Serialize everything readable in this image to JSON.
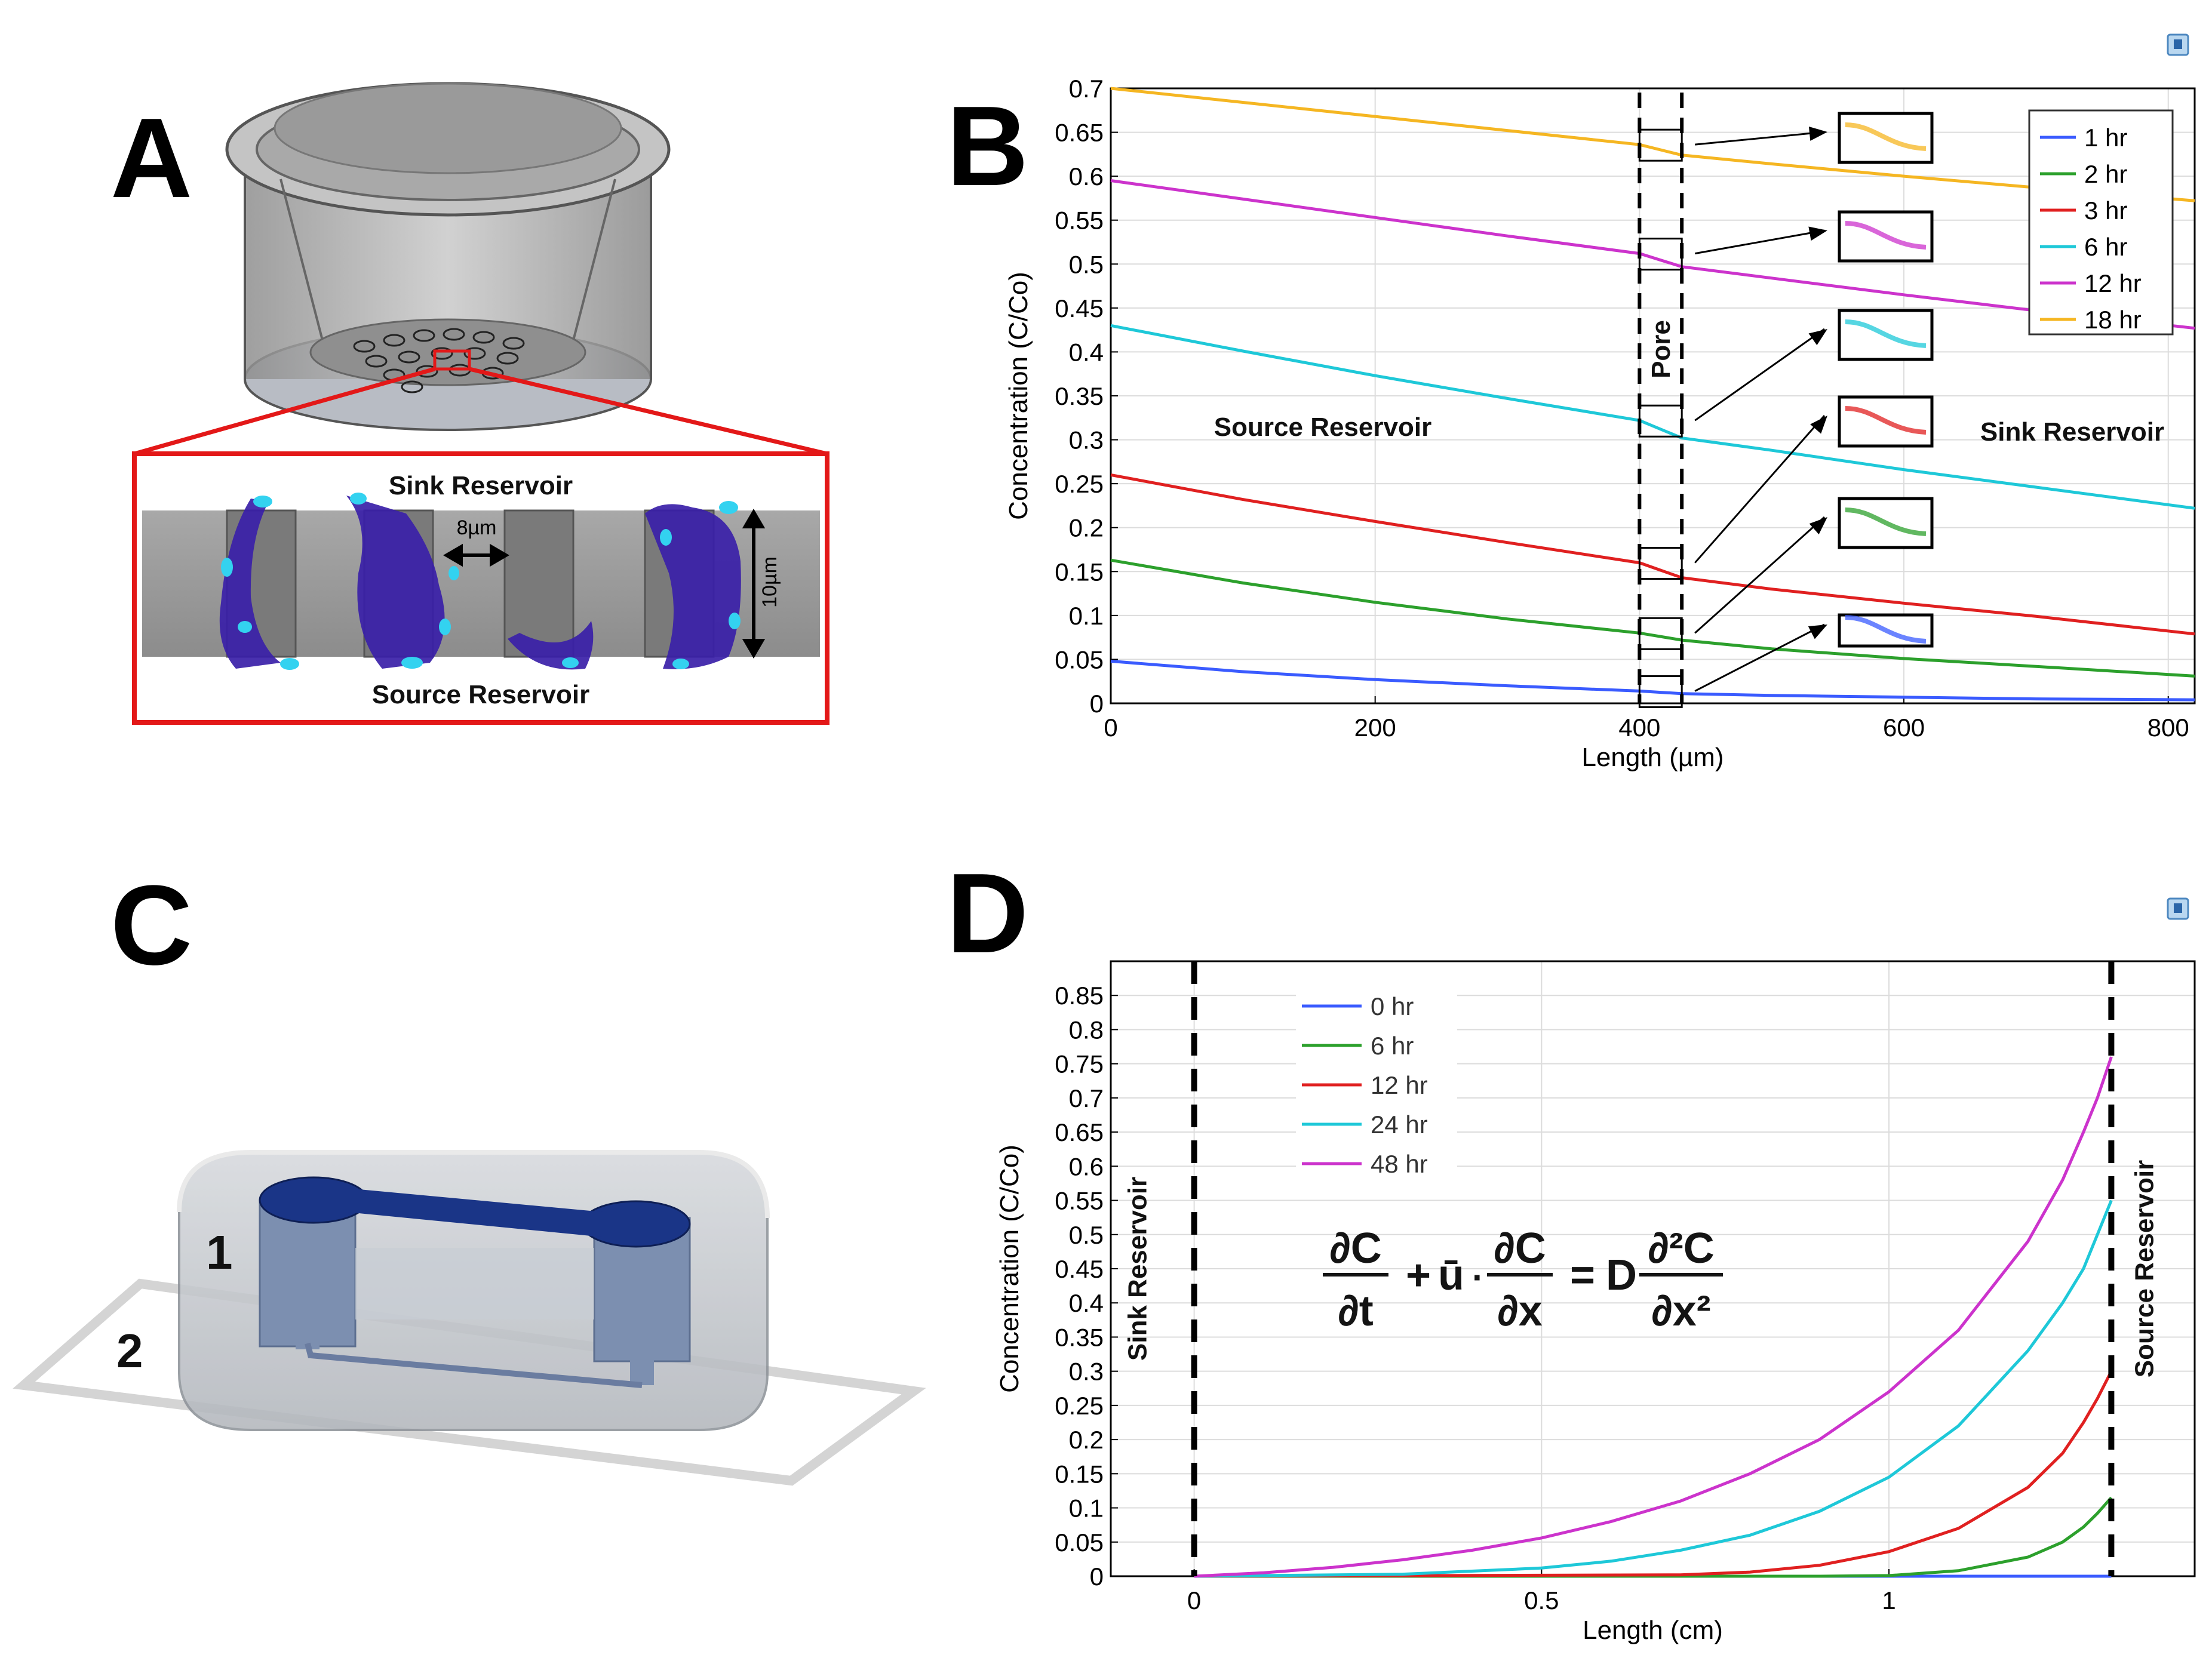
{
  "panels": {
    "a": {
      "letter": "A",
      "sink_label": "Sink  Reservoir",
      "source_label": "Source Reservoir",
      "gap_label": "8µm",
      "height_label": "10µm"
    },
    "b": {
      "letter": "B"
    },
    "c": {
      "letter": "C",
      "label_1": "1",
      "label_2": "2"
    },
    "d": {
      "letter": "D"
    }
  },
  "chart_data": [
    {
      "type": "line",
      "panel": "B",
      "xlabel": "Length (µm)",
      "ylabel": "Concentration (C/Co)",
      "xlim": [
        0,
        820
      ],
      "ylim": [
        0,
        0.7
      ],
      "x_ticks": [
        "0",
        "200",
        "400",
        "600",
        "800"
      ],
      "y_ticks": [
        "0",
        "0.05",
        "0.1",
        "0.15",
        "0.2",
        "0.25",
        "0.3",
        "0.35",
        "0.4",
        "0.45",
        "0.5",
        "0.55",
        "0.6",
        "0.65",
        "0.7"
      ],
      "grid": true,
      "legend_position": "top-right",
      "annotations": {
        "pore": "Pore",
        "source": "Source Reservoir",
        "sink": "Sink Reservoir",
        "pore_x_range": [
          400,
          432
        ]
      },
      "series": [
        {
          "name": "1 hr",
          "color": "#3a5bff",
          "x": [
            0,
            100,
            200,
            300,
            400,
            432,
            500,
            600,
            700,
            820
          ],
          "values": [
            0.048,
            0.036,
            0.027,
            0.02,
            0.014,
            0.011,
            0.009,
            0.007,
            0.005,
            0.004
          ]
        },
        {
          "name": "2 hr",
          "color": "#2ca02c",
          "x": [
            0,
            100,
            200,
            300,
            400,
            432,
            500,
            600,
            700,
            820
          ],
          "values": [
            0.163,
            0.137,
            0.115,
            0.096,
            0.08,
            0.072,
            0.062,
            0.051,
            0.042,
            0.031
          ]
        },
        {
          "name": "3 hr",
          "color": "#e02020",
          "x": [
            0,
            100,
            200,
            300,
            400,
            432,
            500,
            600,
            700,
            820
          ],
          "values": [
            0.26,
            0.232,
            0.207,
            0.183,
            0.16,
            0.143,
            0.13,
            0.114,
            0.099,
            0.079
          ]
        },
        {
          "name": "6 hr",
          "color": "#1ec8d8",
          "x": [
            0,
            100,
            200,
            300,
            400,
            432,
            500,
            600,
            700,
            820
          ],
          "values": [
            0.43,
            0.401,
            0.373,
            0.347,
            0.322,
            0.302,
            0.288,
            0.266,
            0.246,
            0.222
          ]
        },
        {
          "name": "12 hr",
          "color": "#cc33cc",
          "x": [
            0,
            100,
            200,
            300,
            400,
            432,
            500,
            600,
            700,
            820
          ],
          "values": [
            0.595,
            0.574,
            0.553,
            0.532,
            0.512,
            0.497,
            0.484,
            0.465,
            0.447,
            0.427
          ]
        },
        {
          "name": "18 hr",
          "color": "#f5b622",
          "x": [
            0,
            100,
            200,
            300,
            400,
            432,
            500,
            600,
            700,
            820
          ],
          "values": [
            0.7,
            0.684,
            0.668,
            0.652,
            0.636,
            0.624,
            0.614,
            0.6,
            0.587,
            0.572
          ]
        }
      ]
    },
    {
      "type": "line",
      "panel": "D",
      "xlabel": "Length (cm)",
      "ylabel": "Concentration (C/Co)",
      "xlim": [
        -0.12,
        1.44
      ],
      "ylim": [
        0,
        0.9
      ],
      "x_ticks": [
        "0",
        "0.5",
        "1"
      ],
      "y_ticks": [
        "0",
        "0.05",
        "0.1",
        "0.15",
        "0.2",
        "0.25",
        "0.3",
        "0.35",
        "0.4",
        "0.45",
        "0.5",
        "0.55",
        "0.6",
        "0.65",
        "0.7",
        "0.75",
        "0.8",
        "0.85"
      ],
      "grid": true,
      "legend_position": "top-left",
      "annotations": {
        "sink": "Sink Reservoir",
        "source": "Source Reservoir",
        "boundary_x": [
          0,
          1.32
        ],
        "equation": "∂C/∂t + ū·∂C/∂x = D ∂²C/∂x²"
      },
      "series": [
        {
          "name": "0 hr",
          "color": "#3a5bff",
          "x": [
            0,
            0.5,
            1.0,
            1.32
          ],
          "values": [
            0,
            0,
            0,
            0
          ]
        },
        {
          "name": "6 hr",
          "color": "#2ca02c",
          "x": [
            0,
            0.9,
            1.0,
            1.1,
            1.2,
            1.25,
            1.28,
            1.3,
            1.32
          ],
          "values": [
            0,
            0,
            0.001,
            0.008,
            0.028,
            0.05,
            0.072,
            0.092,
            0.115
          ]
        },
        {
          "name": "12 hr",
          "color": "#e02020",
          "x": [
            0,
            0.7,
            0.8,
            0.9,
            1.0,
            1.1,
            1.2,
            1.25,
            1.28,
            1.3,
            1.32
          ],
          "values": [
            0,
            0.002,
            0.006,
            0.016,
            0.036,
            0.07,
            0.13,
            0.18,
            0.225,
            0.26,
            0.3
          ]
        },
        {
          "name": "24 hr",
          "color": "#1ec8d8",
          "x": [
            0,
            0.3,
            0.5,
            0.6,
            0.7,
            0.8,
            0.9,
            1.0,
            1.1,
            1.2,
            1.25,
            1.28,
            1.3,
            1.32
          ],
          "values": [
            0,
            0.003,
            0.012,
            0.022,
            0.038,
            0.06,
            0.095,
            0.145,
            0.22,
            0.33,
            0.4,
            0.45,
            0.5,
            0.55
          ]
        },
        {
          "name": "48 hr",
          "color": "#cc33cc",
          "x": [
            0,
            0.1,
            0.2,
            0.3,
            0.4,
            0.5,
            0.6,
            0.7,
            0.8,
            0.9,
            1.0,
            1.1,
            1.2,
            1.25,
            1.28,
            1.3,
            1.32
          ],
          "values": [
            0,
            0.005,
            0.013,
            0.024,
            0.038,
            0.056,
            0.08,
            0.11,
            0.15,
            0.2,
            0.27,
            0.36,
            0.49,
            0.58,
            0.65,
            0.7,
            0.76
          ]
        }
      ]
    }
  ]
}
